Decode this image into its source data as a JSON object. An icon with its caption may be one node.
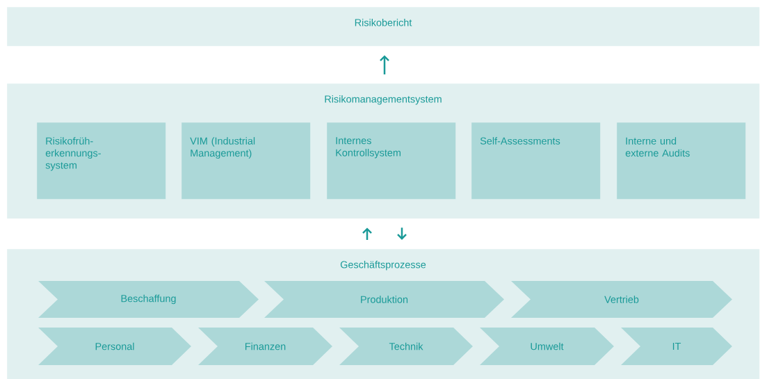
{
  "diagram": {
    "nodes": [
      {
        "text": [
          "Risikobericht"
        ]
      },
      {
        "text": [
          "Risikomanagementsystem"
        ]
      },
      {
        "text": [
          "Risikofrüh- erkennungs- system"
        ],
        "in": 1
      },
      {
        "text": [
          "VIM (Industrial Management)"
        ],
        "in": 1
      },
      {
        "text": [
          "Internes Kontrollsystem"
        ],
        "in": 1
      },
      {
        "text": [
          "Self-Assessments"
        ],
        "in": 1
      },
      {
        "text": [
          "Interne und externe Audits"
        ],
        "in": 1
      },
      {
        "text": [
          "Geschäftsprozesse"
        ]
      },
      {
        "text": [
          "Beschaffung"
        ],
        "in": 7
      },
      {
        "text": [
          "Produktion"
        ],
        "in": 7
      },
      {
        "text": [
          "Vertrieb"
        ],
        "in": 7
      },
      {
        "text": [
          "Personal"
        ],
        "in": 7
      },
      {
        "text": [
          "Finanzen"
        ],
        "in": 7
      },
      {
        "text": [
          "Technik"
        ],
        "in": 7
      },
      {
        "text": [
          "Umwelt"
        ],
        "in": 7
      },
      {
        "text": [
          "IT"
        ],
        "in": 7
      }
    ],
    "edges": [
      {
        "from": 1,
        "to": 0,
        "arrow": "to"
      },
      {
        "from": 7,
        "to": 1,
        "arrow": "to"
      },
      {
        "from": 1,
        "to": 7,
        "arrow": "to"
      }
    ]
  }
}
